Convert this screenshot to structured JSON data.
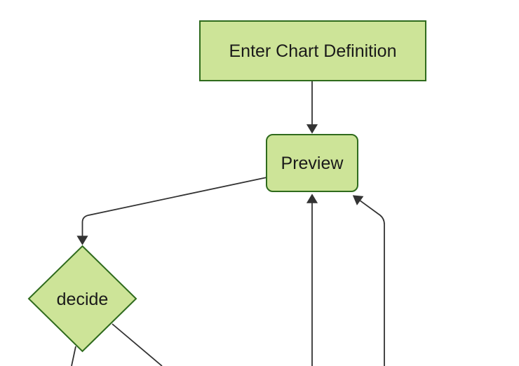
{
  "diagram": {
    "type": "flowchart-top-down",
    "background": "#ffffff",
    "colors": {
      "node_fill": "#cde498",
      "node_border": "#2f6b1d",
      "edge": "#333333",
      "text": "#1a1a1a"
    },
    "nodes": [
      {
        "id": "enter-chart-definition",
        "label": "Enter Chart Definition",
        "shape": "rectangle"
      },
      {
        "id": "preview",
        "label": "Preview",
        "shape": "rounded-rectangle"
      },
      {
        "id": "decide",
        "label": "decide",
        "shape": "diamond"
      }
    ],
    "edges": [
      {
        "from": "enter-chart-definition",
        "to": "preview",
        "arrowhead": true
      },
      {
        "from": "preview",
        "to": "decide",
        "arrowhead": true
      },
      {
        "from": "offscreen-bottom",
        "to": "preview",
        "arrowhead": true
      },
      {
        "from": "offscreen-bottom-right",
        "to": "preview",
        "arrowhead": true
      },
      {
        "from": "decide",
        "to": "offscreen-bottom-left",
        "arrowhead": false
      },
      {
        "from": "decide",
        "to": "offscreen-bottom-right",
        "arrowhead": false
      }
    ]
  }
}
